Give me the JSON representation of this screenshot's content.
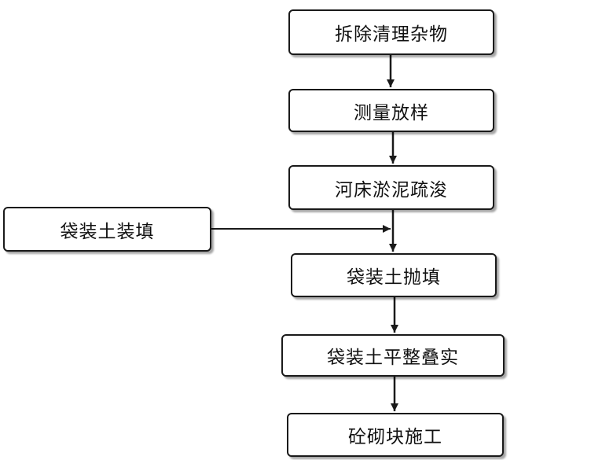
{
  "colors": {
    "stroke": "#1a1a1a",
    "background": "#ffffff"
  },
  "steps": [
    {
      "id": "remove-debris",
      "label": "拆除清理杂物"
    },
    {
      "id": "survey-layout",
      "label": "测量放样"
    },
    {
      "id": "dredging",
      "label": "河床淤泥疏浚"
    },
    {
      "id": "bag-filling",
      "label": "袋装土装填"
    },
    {
      "id": "bag-placing",
      "label": "袋装土抛填"
    },
    {
      "id": "bag-leveling",
      "label": "袋装土平整叠实"
    },
    {
      "id": "block-masonry",
      "label": "砼砌块施工"
    }
  ]
}
